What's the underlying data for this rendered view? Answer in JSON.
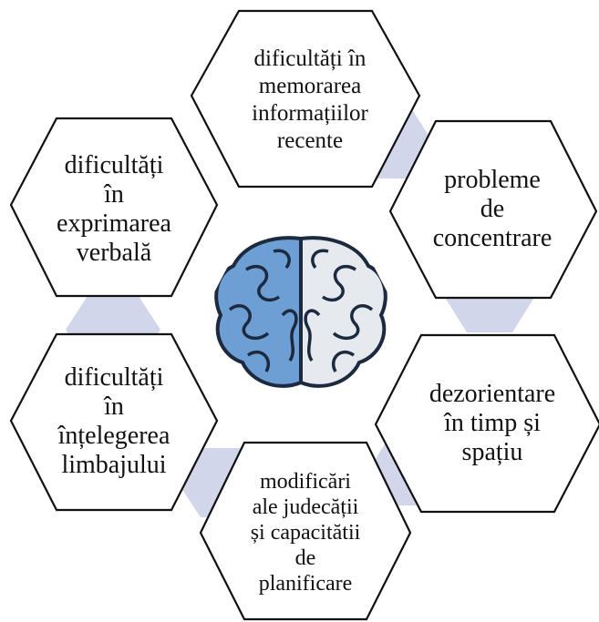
{
  "diagram": {
    "center_icon": "brain-icon",
    "colors": {
      "outline": "#111111",
      "connector": "#c9cfe6",
      "brain_left": "#6e9fd4",
      "brain_right": "#e6e9ee",
      "brain_stroke": "#1c2a3f"
    },
    "nodes": {
      "top": [
        "dificultăți în",
        "memorarea",
        "informațiilor",
        "recente"
      ],
      "right_upper": [
        "probleme",
        "de",
        "concentrare"
      ],
      "right_lower": [
        "dezorientare",
        "în timp și",
        "spațiu"
      ],
      "bottom": [
        "modificări",
        "ale judecății",
        "și capacitătii",
        "de",
        "planificare"
      ],
      "left_lower": [
        "dificultăți",
        "în",
        "înțelegerea",
        "limbajului"
      ],
      "left_upper": [
        "dificultăți",
        "în",
        "exprimarea",
        "verbală"
      ]
    }
  }
}
